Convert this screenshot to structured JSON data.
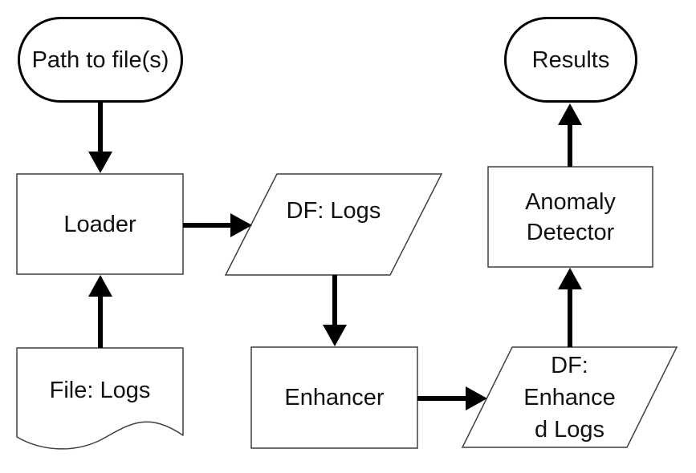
{
  "diagram": {
    "type": "flowchart",
    "background": "#ffffff",
    "colors": {
      "shape_fill": "#ffffff",
      "shape_stroke": "#3f3f3f",
      "terminator_stroke": "#000000",
      "arrow": "#000000",
      "text": "#111111"
    },
    "nodes": {
      "path_to_files": {
        "label": "Path to file(s)",
        "shape": "terminator"
      },
      "loader": {
        "label": "Loader",
        "shape": "process"
      },
      "file_logs": {
        "label": "File: Logs",
        "shape": "document"
      },
      "df_logs": {
        "label": "DF: Logs",
        "shape": "data-parallelogram"
      },
      "enhancer": {
        "label": "Enhancer",
        "shape": "process"
      },
      "df_enhanced_logs": {
        "label": "DF:\nEnhance\nd Logs",
        "shape": "data-parallelogram"
      },
      "anomaly_detector": {
        "label": "Anomaly\nDetector",
        "shape": "process"
      },
      "results": {
        "label": "Results",
        "shape": "terminator"
      }
    },
    "edges": [
      {
        "from": "path_to_files",
        "to": "loader"
      },
      {
        "from": "file_logs",
        "to": "loader"
      },
      {
        "from": "loader",
        "to": "df_logs"
      },
      {
        "from": "df_logs",
        "to": "enhancer"
      },
      {
        "from": "enhancer",
        "to": "df_enhanced_logs"
      },
      {
        "from": "df_enhanced_logs",
        "to": "anomaly_detector"
      },
      {
        "from": "anomaly_detector",
        "to": "results"
      }
    ]
  }
}
